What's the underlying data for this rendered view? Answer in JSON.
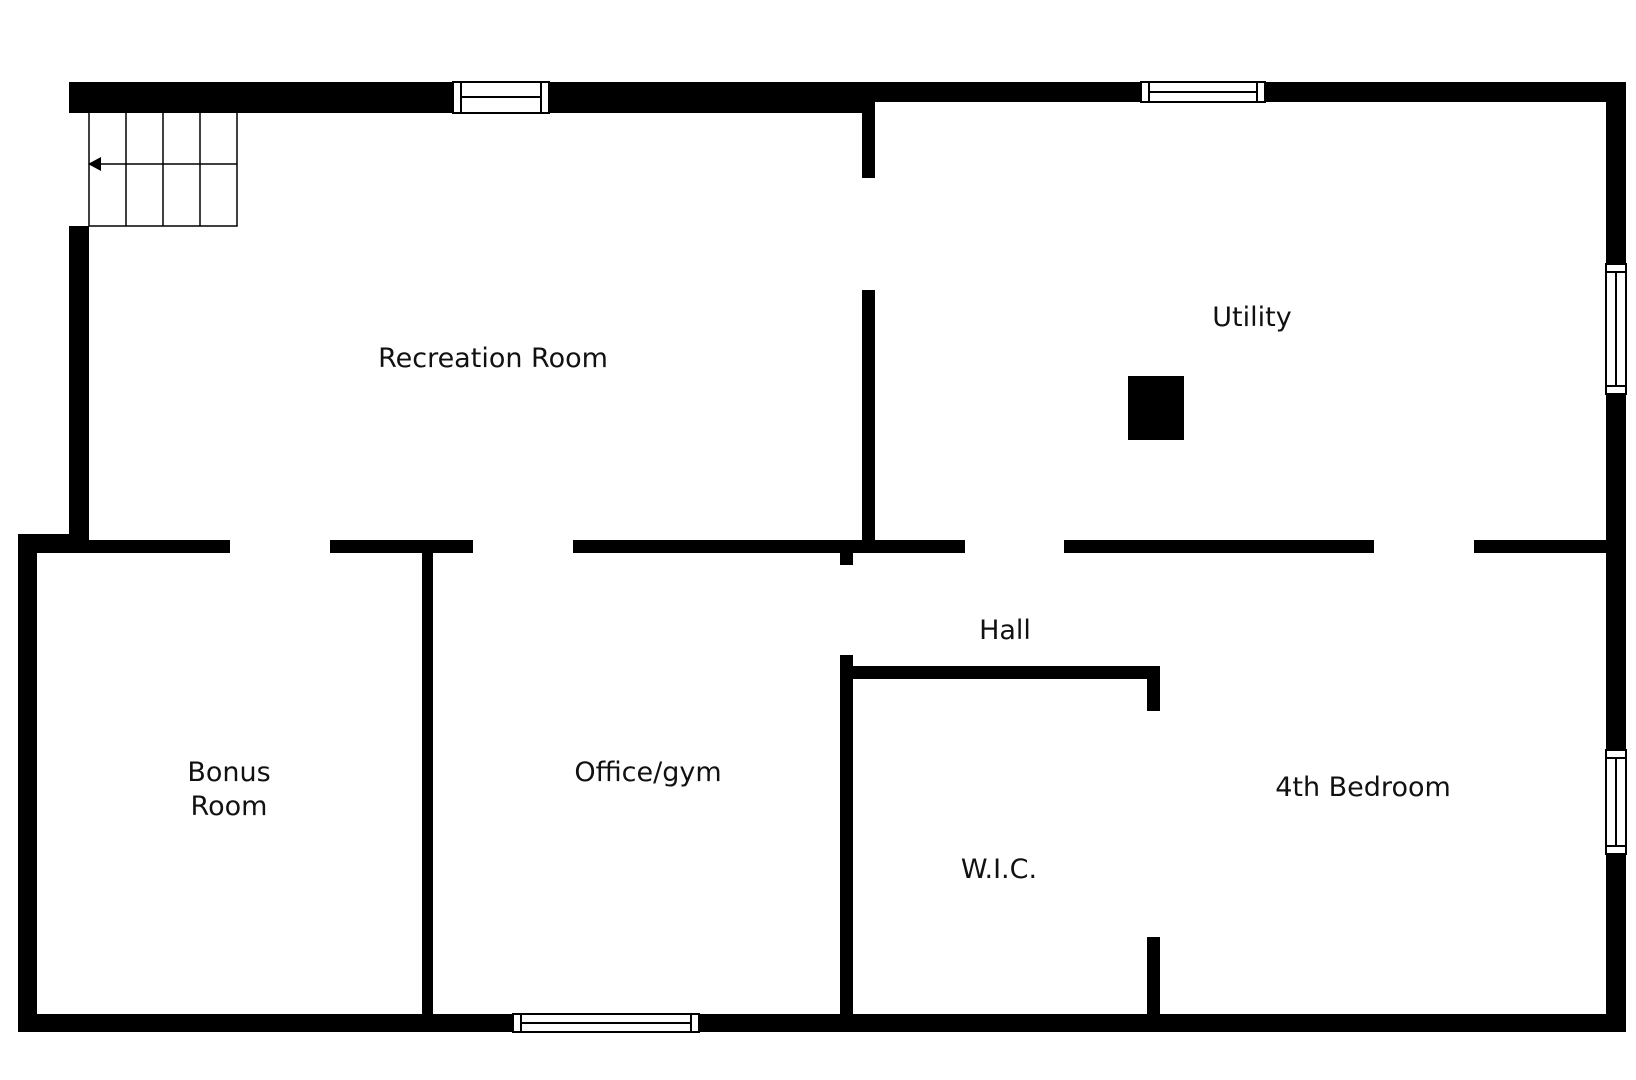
{
  "colors": {
    "wall": "#000000",
    "background": "#ffffff",
    "window_fill": "#ffffff",
    "text": "#111111"
  },
  "rooms": {
    "recreation": "Recreation Room",
    "utility": "Utility",
    "bonus_line1": "Bonus",
    "bonus_line2": "Room",
    "office": "Office/gym",
    "hall": "Hall",
    "wic": "W.I.C.",
    "bedroom": "4th Bedroom"
  },
  "icons": {
    "stairs": "stairs-icon",
    "arrow": "stair-direction-arrow-icon",
    "column": "support-column-icon"
  }
}
